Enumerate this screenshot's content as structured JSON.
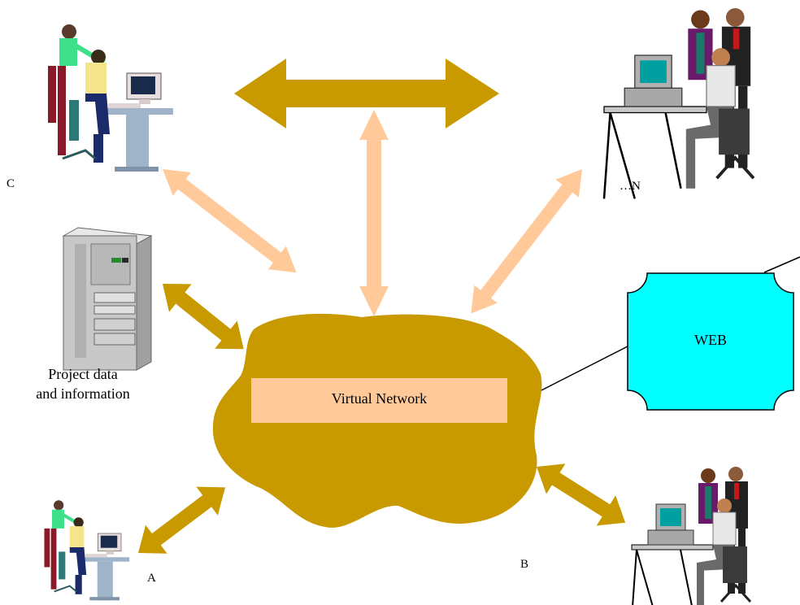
{
  "labels": {
    "c": "C",
    "n": "…N",
    "a": "A",
    "b": "B",
    "project_line1": "Project data",
    "project_line2": "and information",
    "virtual_network": "Virtual Network",
    "web": "WEB"
  },
  "colors": {
    "dark_arrow": "#c89a00",
    "light_arrow": "#ffc99a",
    "cloud": "#c89a00",
    "network_box": "#ffc99a",
    "web_box": "#00ffff",
    "server": "#c8c8c8"
  },
  "icons": {
    "top_left": "two-users-at-computer-icon",
    "top_right": "team-at-workstation-icon",
    "server": "server-tower-icon",
    "bottom_left": "two-users-at-computer-icon",
    "bottom_right": "team-at-workstation-icon"
  }
}
